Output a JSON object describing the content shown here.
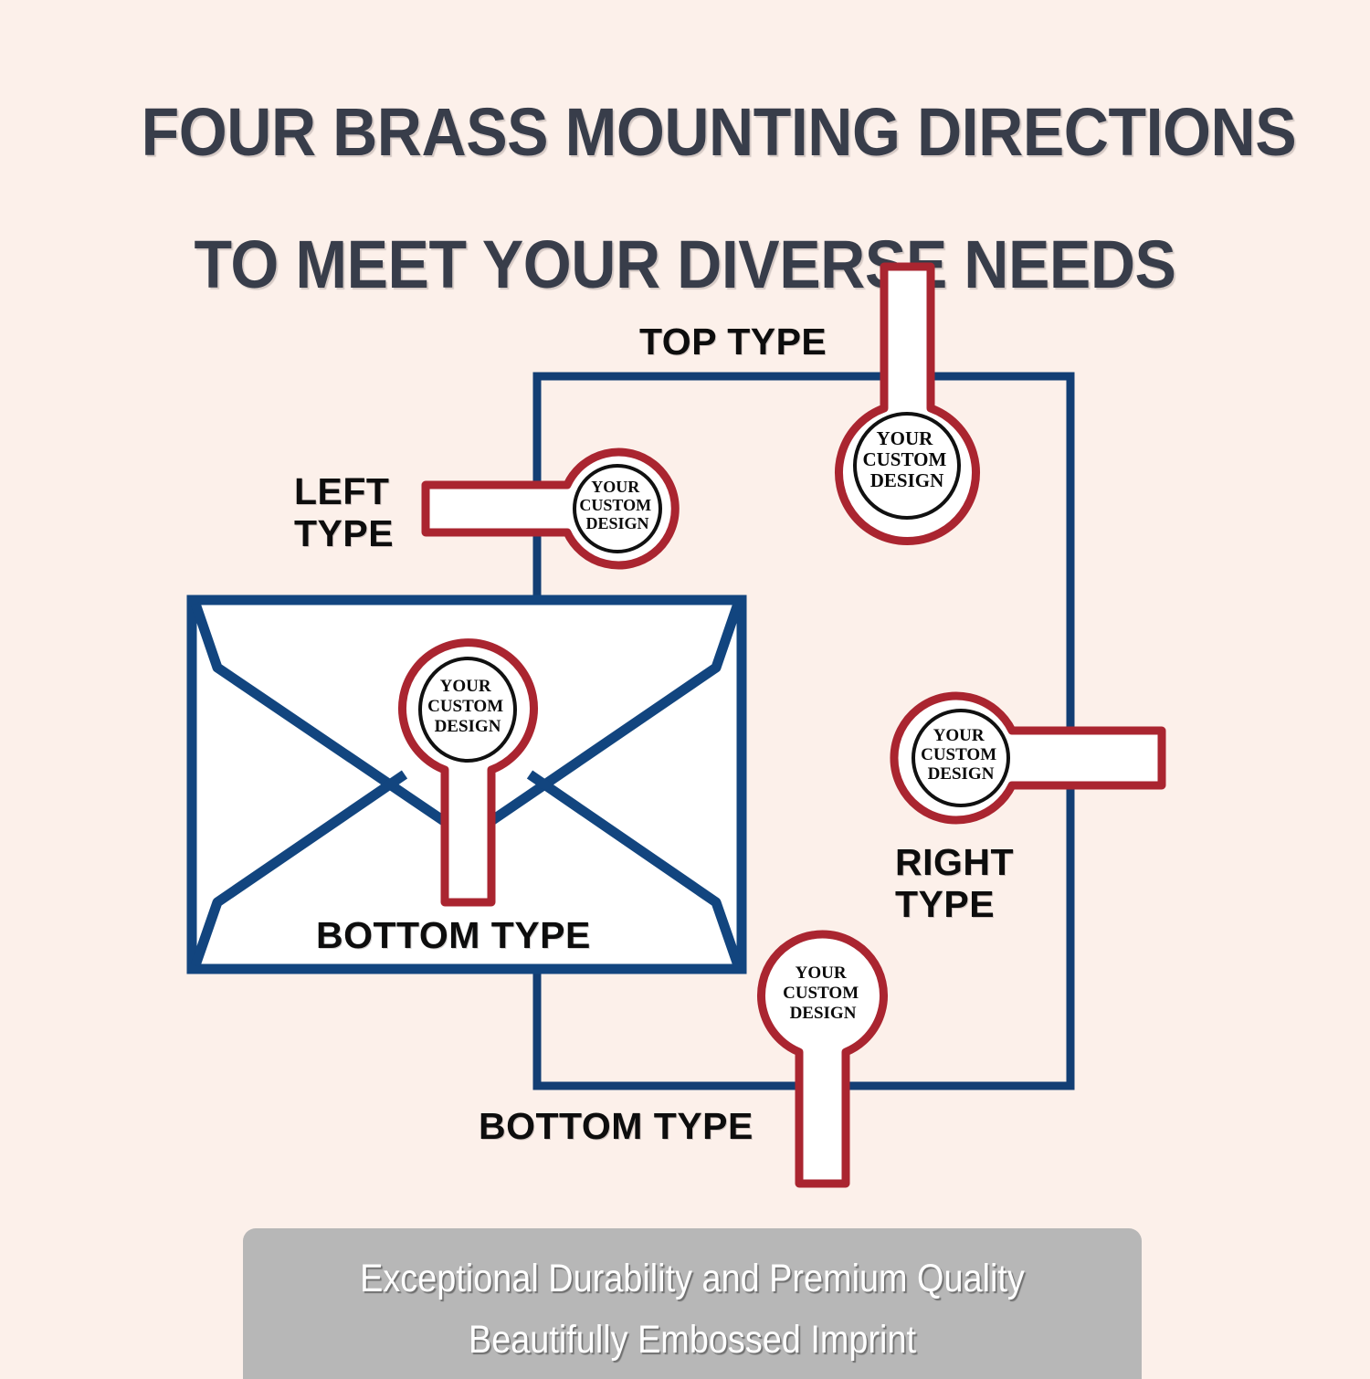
{
  "page": {
    "background_color": "#fcf0ea",
    "headline_line1": "FOUR BRASS MOUNTING DIRECTIONS",
    "headline_line2": "TO MEET YOUR DIVERSE NEEDS",
    "headline_color": "#383d4a"
  },
  "colors": {
    "envelope_outline": "#12457f",
    "frame_outline": "#123e74",
    "stamp_outline": "#aa2530",
    "stamp_inner_ring": "#111111",
    "stamp_fill": "#ffffff",
    "label_text": "#0d0d0d",
    "banner_background": "#b7b7b7",
    "banner_text": "#ffffff"
  },
  "labels": {
    "top": "TOP TYPE",
    "left": "LEFT\nTYPE",
    "right": "RIGHT\nTYPE",
    "bottom_envelope": "BOTTOM TYPE",
    "bottom_outer": "BOTTOM TYPE"
  },
  "stamp": {
    "line1": "YOUR",
    "line2": "CUSTOM",
    "line3": "DESIGN"
  },
  "stamps": [
    {
      "id": "top-type-stamp",
      "direction": "top",
      "has_inner_ring": true,
      "label": "TOP TYPE"
    },
    {
      "id": "left-type-stamp",
      "direction": "left",
      "has_inner_ring": true,
      "label": "LEFT TYPE"
    },
    {
      "id": "right-type-stamp",
      "direction": "right",
      "has_inner_ring": true,
      "label": "RIGHT TYPE"
    },
    {
      "id": "bottom-type-stamp-envelope",
      "direction": "bottom",
      "has_inner_ring": true,
      "label": "BOTTOM TYPE"
    },
    {
      "id": "bottom-type-stamp-outer",
      "direction": "bottom",
      "has_inner_ring": false,
      "label": "BOTTOM TYPE"
    }
  ],
  "footer": {
    "line1": "Exceptional Durability and Premium Quality",
    "line2": "Beautifully Embossed Imprint"
  }
}
